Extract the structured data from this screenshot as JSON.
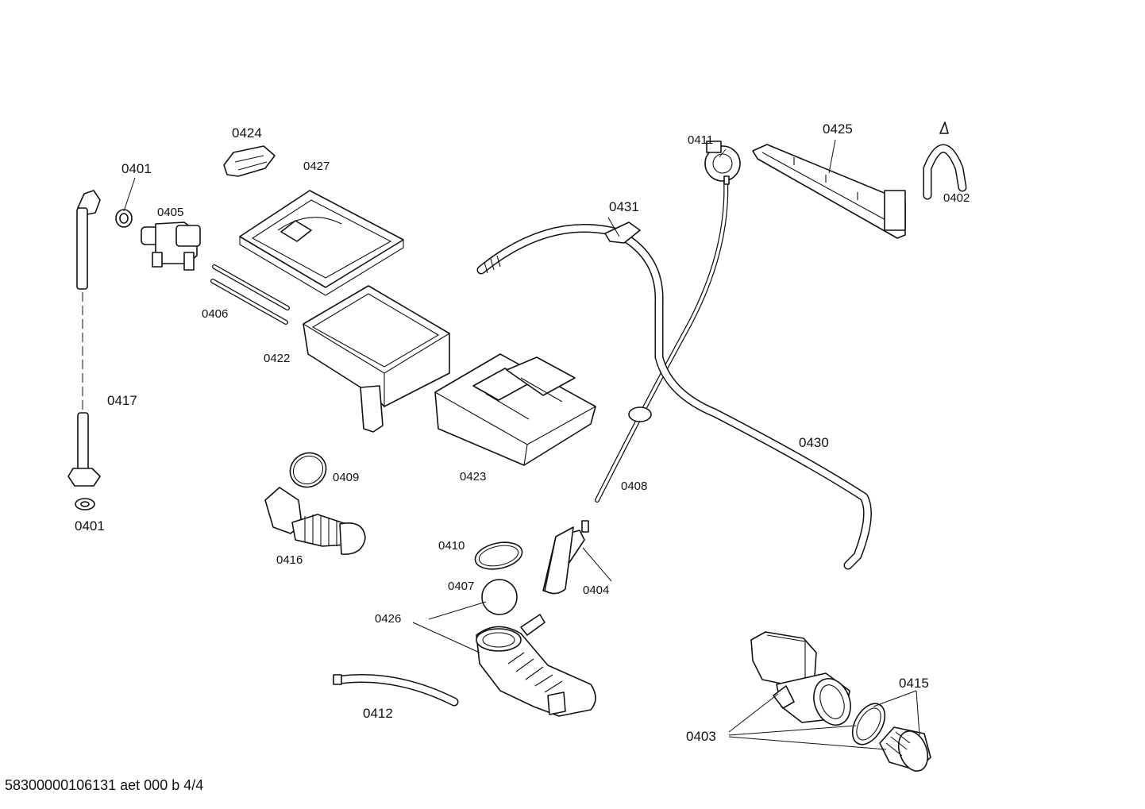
{
  "diagram": {
    "footer": "58300000106131 aet 000 b 4/4",
    "labels": {
      "p0424": "0424",
      "p0427": "0427",
      "p0401a": "0401",
      "p0405": "0405",
      "p0406": "0406",
      "p0422": "0422",
      "p0417": "0417",
      "p0401b": "0401",
      "p0409": "0409",
      "p0416": "0416",
      "p0423": "0423",
      "p0410": "0410",
      "p0407": "0407",
      "p0426": "0426",
      "p0412": "0412",
      "p0408": "0408",
      "p0404": "0404",
      "p0431": "0431",
      "p0411": "0411",
      "p0425": "0425",
      "p0402": "0402",
      "p0430": "0430",
      "p0415": "0415",
      "p0403": "0403"
    }
  }
}
